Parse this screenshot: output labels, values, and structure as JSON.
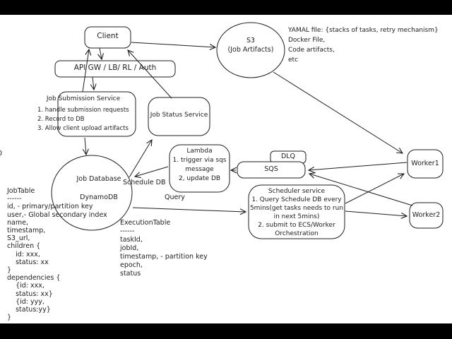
{
  "colors": {
    "ink": "#1e1e1e",
    "canvas": "#ffffff",
    "letterbox": "#000000"
  },
  "nodes": {
    "client": {
      "label": "Client"
    },
    "api_gateway": {
      "label": "API GW / LB/ RL / Auth"
    },
    "job_submission_service": {
      "title": "Job Submission Service",
      "body": "1. handle submission requests\n2. Record to DB\n3. Allow client upload artifacts"
    },
    "job_status_service": {
      "label": "Job Status Service"
    },
    "s3": {
      "label": "S3\n(Job Artifacts)"
    },
    "lambda": {
      "body": "Lambda\n1. trigger via sqs\nmessage\n2, update DB"
    },
    "dlq": {
      "label": "DLQ"
    },
    "sqs": {
      "label": "SQS"
    },
    "worker1": {
      "label": "Worker1"
    },
    "worker2": {
      "label": "Worker2"
    },
    "job_database": {
      "label": "Job Database\n\nDynamoDB"
    },
    "scheduler_service": {
      "body": "Scheduler service\n1. Query Schedule DB every\n5mins(get tasks needs to run\nin next 5mins)\n2. submit to ECS/Worker\nOrchestration"
    }
  },
  "labels": {
    "schedule_db": "Schedule DB",
    "query": "Query",
    "s3_contents": "YAMAL file: {stacks of tasks, retry mechanism}\nDocker File,\nCode artifacts,\netc",
    "job_table": "JobTable\n------\nid, - primary/partition key\nuser,- Global secondary index\nname,\ntimestamp,\nS3_url,\nchildren {\n    id: xxx,\n    status: xx\n}\ndependencies {\n    {id: xxx,\n    status: xx}\n    {id: yyy,\n    status:yy}\n}",
    "execution_table": "ExecutionTable\n------\ntaskId,\njobId,\ntimestamp, - partition key\nepoch,\nstatus",
    "edge_mark": "0"
  }
}
